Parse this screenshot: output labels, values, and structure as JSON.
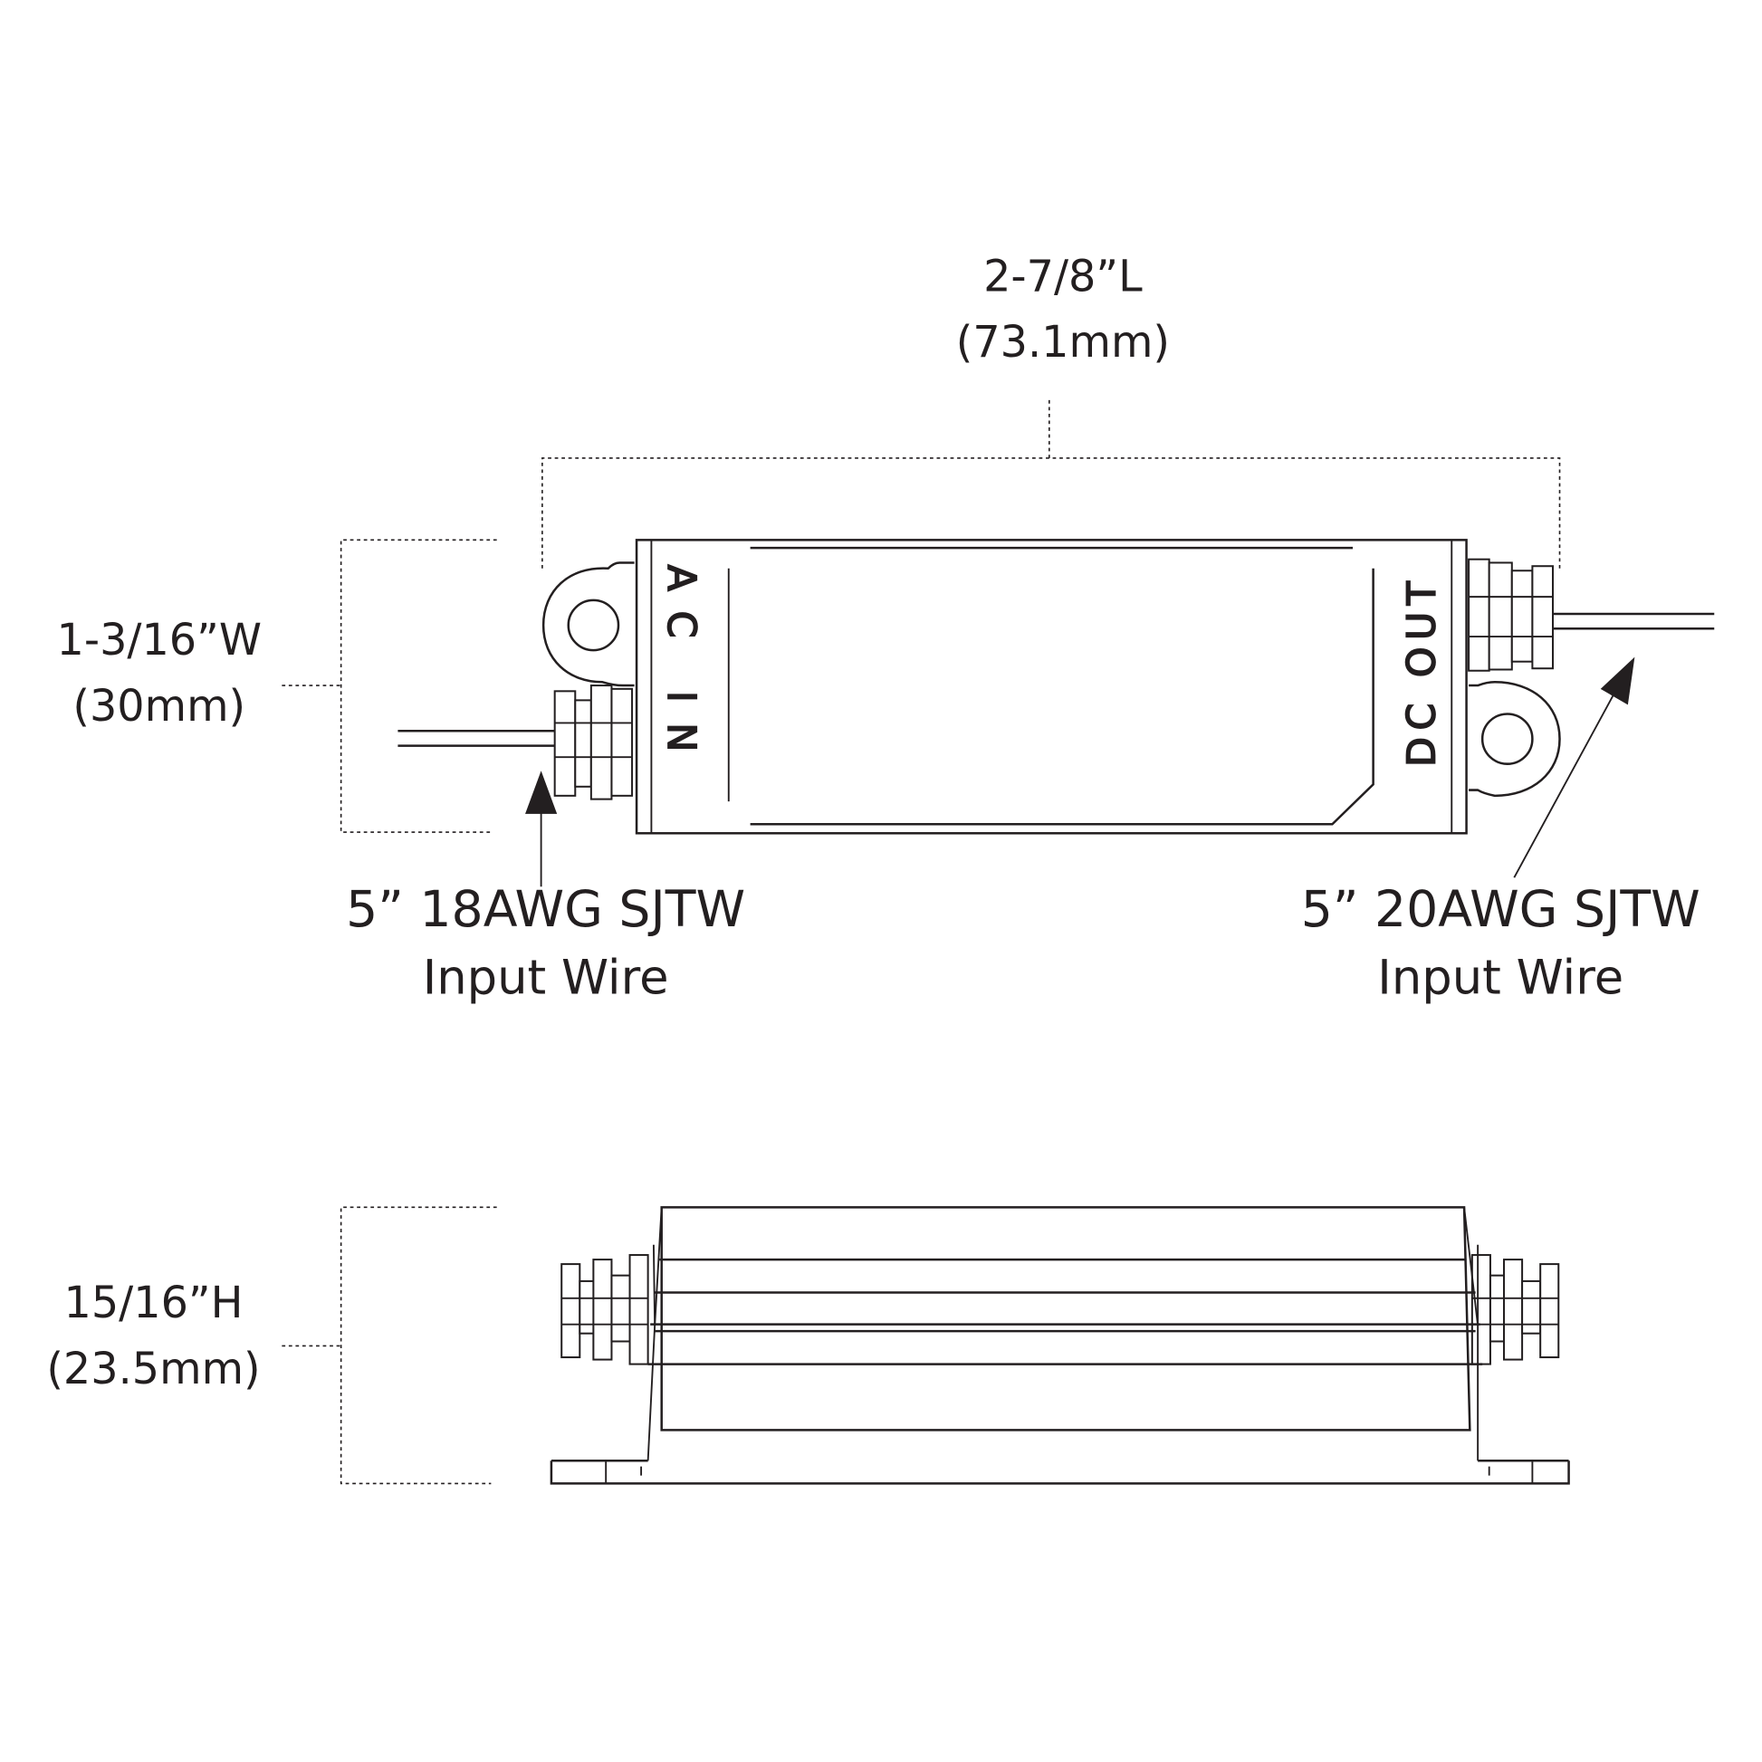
{
  "dimensions": {
    "length_in": "2-7/8”L",
    "length_mm": "(73.1mm)",
    "width_in": "1-3/16”W",
    "width_mm": "(30mm)",
    "height_in": "15/16”H",
    "height_mm": "(23.5mm)"
  },
  "labels": {
    "ac_in": "AC IN",
    "dc_out": "DC OUT",
    "left_wire_spec": "5” 18AWG SJTW",
    "left_wire_type": "Input Wire",
    "right_wire_spec": "5” 20AWG SJTW",
    "right_wire_type": "Input Wire"
  }
}
